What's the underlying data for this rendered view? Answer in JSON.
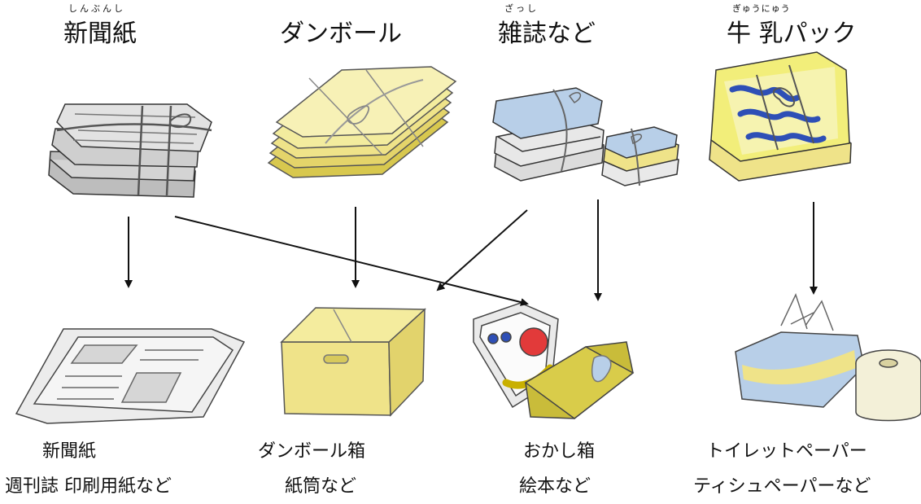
{
  "sources": [
    {
      "name": "新聞紙",
      "ruby": "しんぶんし"
    },
    {
      "name": "ダンボール",
      "ruby": ""
    },
    {
      "name": "雑誌など",
      "ruby": "ざっし"
    },
    {
      "name": "牛 乳パック",
      "ruby": "ぎゅうにゅう"
    }
  ],
  "products": [
    {
      "line1": "新聞紙",
      "line2": "週刊誌  印刷用紙など"
    },
    {
      "line1": "ダンボール箱",
      "line2": "紙筒など"
    },
    {
      "line1": "おかし箱",
      "line2": "絵本など"
    },
    {
      "line1": "トイレットペーパー",
      "line2": "ティシュペーパーなど"
    }
  ],
  "colors": {
    "newspaper_gray": "#c9c9c9",
    "cardboard_yellow": "#efe389",
    "magazine_blue": "#b8cfe8",
    "milk_pack_blue": "#2e4fb6",
    "arrow": "#111111"
  }
}
